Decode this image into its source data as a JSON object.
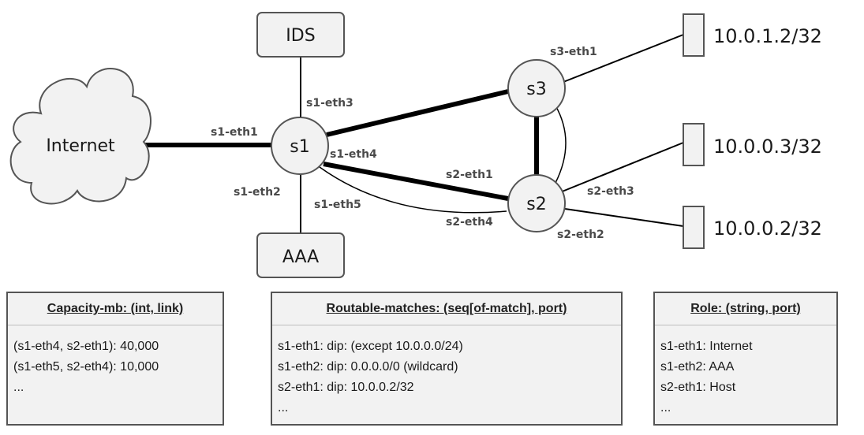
{
  "nodes": {
    "internet": "Internet",
    "s1": "s1",
    "s2": "s2",
    "s3": "s3",
    "ids": "IDS",
    "aaa": "AAA"
  },
  "hosts": [
    {
      "label": "10.0.1.2/32"
    },
    {
      "label": "10.0.0.3/32"
    },
    {
      "label": "10.0.0.2/32"
    }
  ],
  "ports": {
    "s1_eth1": "s1-eth1",
    "s1_eth2": "s1-eth2",
    "s1_eth3": "s1-eth3",
    "s1_eth4": "s1-eth4",
    "s1_eth5": "s1-eth5",
    "s2_eth1": "s2-eth1",
    "s2_eth2": "s2-eth2",
    "s2_eth3": "s2-eth3",
    "s2_eth4": "s2-eth4",
    "s3_eth1": "s3-eth1"
  },
  "tables": [
    {
      "title": "Capacity-mb: (int, link)",
      "rows": [
        "(s1-eth4, s2-eth1): 40,000",
        "(s1-eth5, s2-eth4): 10,000",
        "..."
      ]
    },
    {
      "title": "Routable-matches: (seq[of-match], port)",
      "rows": [
        "s1-eth1: dip: (except 10.0.0.0/24)",
        "s1-eth2: dip: 0.0.0.0/0 (wildcard)",
        "s2-eth1: dip: 10.0.0.2/32",
        "..."
      ]
    },
    {
      "title": "Role: (string, port)",
      "rows": [
        "s1-eth1: Internet",
        "s1-eth2: AAA",
        "s2-eth1: Host",
        "..."
      ]
    }
  ],
  "colors": {
    "switch_fill": "#f2f2f2",
    "stroke": "#555555",
    "link": "#000000",
    "port_text": "#4a4a4a"
  }
}
